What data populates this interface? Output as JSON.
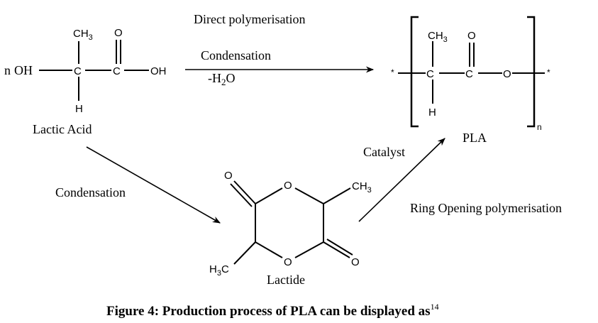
{
  "figure": {
    "caption": "Figure 4: Production process of PLA can be displayed as",
    "caption_ref": "14"
  },
  "lactic_acid": {
    "coefficient": "n",
    "left_group": "OH",
    "carbon": "C",
    "methyl": "CH",
    "methyl_sub": "3",
    "oxygen": "O",
    "hydrogen": "H",
    "right_group": "OH",
    "name": "Lactic Acid"
  },
  "direct_route": {
    "title": "Direct polymerisation",
    "above_arrow": "Condensation",
    "below_arrow_prefix": "-H",
    "below_arrow_sub": "2",
    "below_arrow_suffix": "O"
  },
  "pla": {
    "end_left": "*",
    "end_right": "*",
    "carbon": "C",
    "methyl": "CH",
    "methyl_sub": "3",
    "oxygen_double": "O",
    "oxygen_ester": "O",
    "hydrogen": "H",
    "repeat": "n",
    "name": "PLA"
  },
  "lactide_route": {
    "condensation_label": "Condensation",
    "catalyst_label": "Catalyst",
    "rop_label": "Ring Opening polymerisation"
  },
  "lactide": {
    "ring_oxygen": "O",
    "carbonyl_oxygen": "O",
    "methyl_right": "CH",
    "methyl_right_sub": "3",
    "methyl_left_pre": "H",
    "methyl_left_sub": "3",
    "methyl_left_post": "C",
    "name": "Lactide"
  }
}
